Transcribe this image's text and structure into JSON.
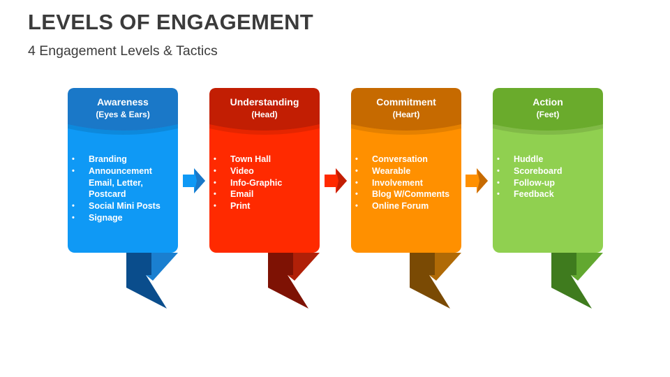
{
  "slide": {
    "title": "LEVELS OF ENGAGEMENT",
    "subtitle": "4 Engagement Levels & Tactics"
  },
  "colors": {
    "awareness": {
      "head": "#1a78c8",
      "body": "#0f99f5",
      "tail_dark": "#0a4d8c",
      "tail_light": "#1a7fd0"
    },
    "understanding": {
      "head": "#c21e03",
      "body": "#ff2a00",
      "tail_dark": "#7e1204",
      "tail_light": "#b02008"
    },
    "commitment": {
      "head": "#c66a00",
      "body": "#ff9000",
      "tail_dark": "#7a4a04",
      "tail_light": "#b06a06"
    },
    "action": {
      "head": "#6aab2c",
      "body": "#90d050",
      "tail_dark": "#3f7b1e",
      "tail_light": "#62a830"
    }
  },
  "levels": [
    {
      "title": "Awareness",
      "subtitle": "(Eyes & Ears)",
      "color_key": "awareness",
      "items": [
        "Branding",
        "Announcement Email, Letter, Postcard",
        "Social Mini Posts",
        "Signage"
      ]
    },
    {
      "title": "Understanding",
      "subtitle": "(Head)",
      "color_key": "understanding",
      "items": [
        "Town Hall",
        "Video",
        "Info-Graphic",
        "Email",
        "Print"
      ]
    },
    {
      "title": "Commitment",
      "subtitle": "(Heart)",
      "color_key": "commitment",
      "items": [
        "Conversation",
        "Wearable",
        "Involvement",
        "Blog W/Comments",
        "Online Forum"
      ]
    },
    {
      "title": "Action",
      "subtitle": "(Feet)",
      "color_key": "action",
      "items": [
        "Huddle",
        "Scoreboard",
        "Follow-up",
        "Feedback"
      ]
    }
  ],
  "arrows": [
    {
      "icon": "right-arrow-icon",
      "color_key": "awareness"
    },
    {
      "icon": "right-arrow-icon",
      "color_key": "understanding"
    },
    {
      "icon": "right-arrow-icon",
      "color_key": "commitment"
    }
  ]
}
